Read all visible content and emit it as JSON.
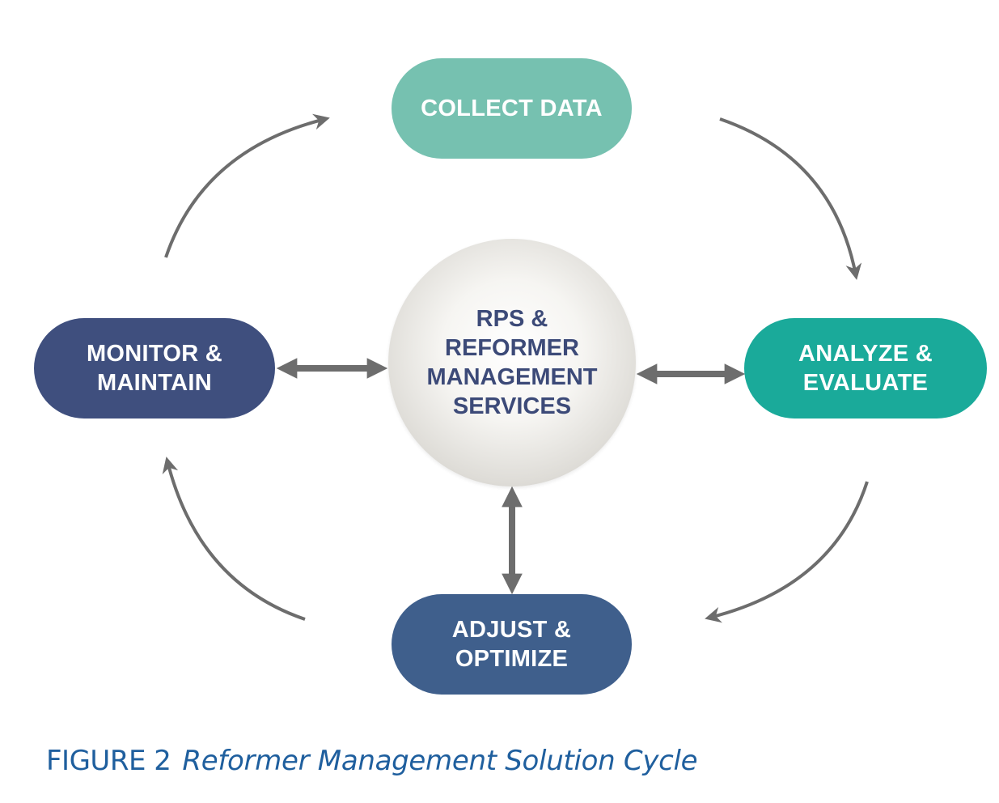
{
  "nodes": {
    "collect": {
      "lines": [
        "COLLECT DATA"
      ],
      "color": "#76c1b0"
    },
    "analyze": {
      "lines": [
        "ANALYZE &",
        "EVALUATE"
      ],
      "color": "#1aaa9a"
    },
    "adjust": {
      "lines": [
        "ADJUST &",
        "OPTIMIZE"
      ],
      "color": "#3f5f8c"
    },
    "monitor": {
      "lines": [
        "MONITOR &",
        "MAINTAIN"
      ],
      "color": "#3f4f7e"
    }
  },
  "center": {
    "lines": [
      "RPS &",
      "REFORMER",
      "MANAGEMENT",
      "SERVICES"
    ],
    "text_color": "#3c4a78"
  },
  "connectors": {
    "arrow_color": "#6d6d6d",
    "cycle_direction": "clockwise",
    "center_links": "bidirectional"
  },
  "caption": {
    "number": "FIGURE 2",
    "title": "Reformer Management Solution Cycle",
    "color": "#1f5f9e"
  }
}
